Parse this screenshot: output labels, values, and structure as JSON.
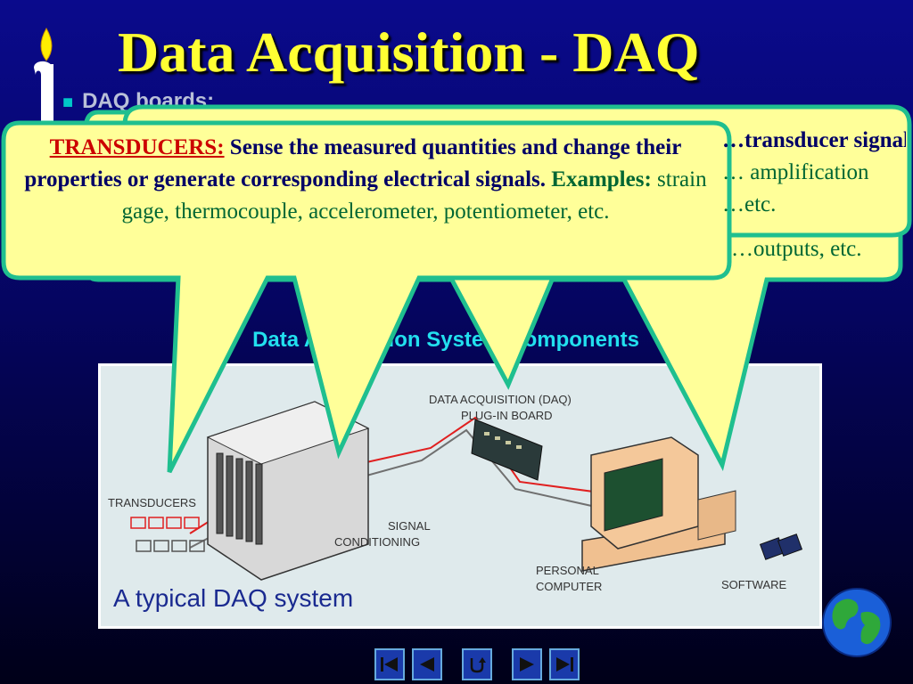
{
  "slide": {
    "title": "Data Acquisition - DAQ",
    "bullet": "DAQ boards:",
    "subtitle": "Data Acquisition System Components"
  },
  "callouts": {
    "back": {
      "line1": "…transducer signals",
      "line2": "… amplification",
      "line3": "…etc.",
      "line4": "…outputs, etc."
    },
    "front": {
      "heading": "TRANSDUCERS:",
      "text1": "Sense the measured quantities and change their properties or generate corresponding electrical signals.",
      "examples_heading": "Examples:",
      "examples": "strain gage, thermocouple, accelerometer, potentiometer, etc."
    }
  },
  "diagram": {
    "labels": {
      "daq_board": "DATA ACQUISITION (DAQ)",
      "daq_board2": "PLUG-IN BOARD",
      "transducers": "TRANSDUCERS",
      "signal": "SIGNAL",
      "conditioning": "CONDITIONING",
      "personal": "PERSONAL",
      "computer": "COMPUTER",
      "software": "SOFTWARE",
      "caption": "A typical DAQ system"
    }
  },
  "nav": {
    "buttons": [
      "first-slide",
      "previous-slide",
      "return",
      "next-slide",
      "last-slide"
    ]
  },
  "colors": {
    "title": "#ffff33",
    "bubble_fill": "#ffff99",
    "bubble_border": "#1fbf8f"
  }
}
